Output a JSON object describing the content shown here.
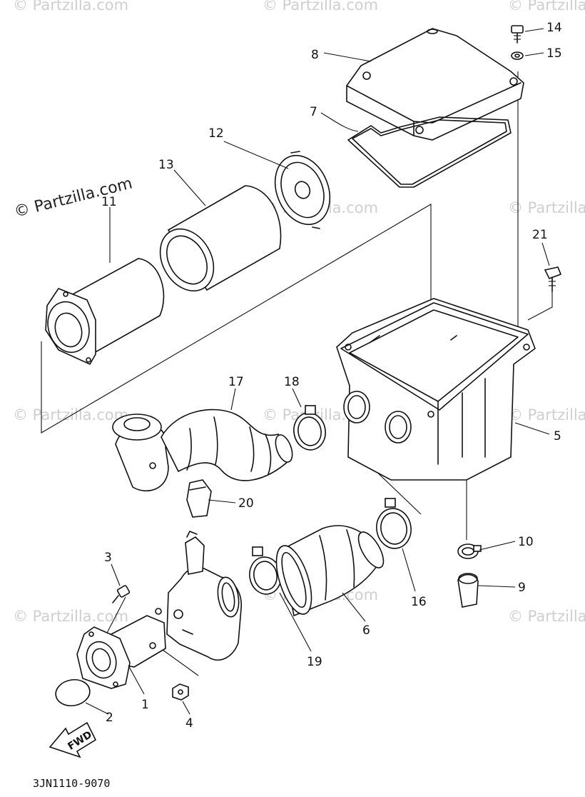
{
  "diagram": {
    "watermark": "© Partzilla.com",
    "drawing_code": "3JN1110-9070",
    "fwd_label": "FWD",
    "callouts": {
      "c1": "1",
      "c2": "2",
      "c3": "3",
      "c4": "4",
      "c5": "5",
      "c6": "6",
      "c7": "7",
      "c8": "8",
      "c9": "9",
      "c10": "10",
      "c11": "11",
      "c12": "12",
      "c13": "13",
      "c14": "14",
      "c15": "15",
      "c16": "16",
      "c17": "17",
      "c18": "18",
      "c19": "19",
      "c20": "20",
      "c21": "21"
    }
  }
}
